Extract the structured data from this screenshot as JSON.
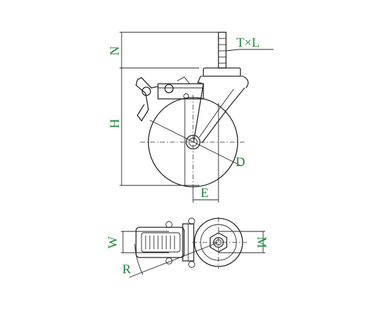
{
  "labels": {
    "n": "N",
    "h": "H",
    "txl": "T×L",
    "d": "D",
    "e": "E",
    "w": "W",
    "m": "M",
    "r": "R"
  },
  "colors": {
    "label": "#1d8a3a",
    "line": "#222222"
  }
}
